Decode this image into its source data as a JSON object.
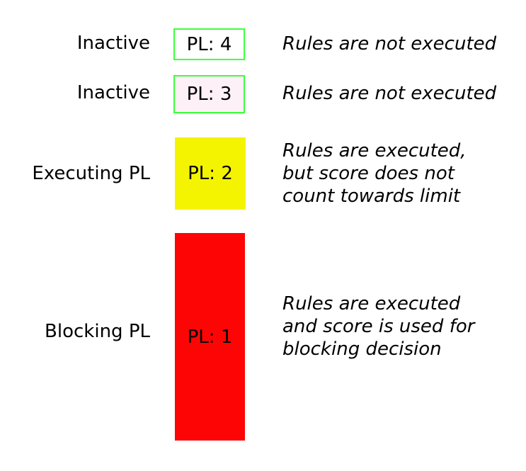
{
  "diagram": {
    "rows": [
      {
        "state": "Inactive",
        "level_label": "PL: 4",
        "description": "Rules are not executed",
        "fill": "#ffffff",
        "border": "#3dff3d"
      },
      {
        "state": "Inactive",
        "level_label": "PL: 3",
        "description": "Rules are not executed",
        "fill": "#fdf0f6",
        "border": "#3dff3d"
      },
      {
        "state": "Executing PL",
        "level_label": "PL: 2",
        "description": "Rules are executed,\nbut score does not\ncount towards limit",
        "fill": "#f4f400",
        "border": "none"
      },
      {
        "state": "Blocking PL",
        "level_label": "PL: 1",
        "description": "Rules are executed\nand score is used for\nblocking decision",
        "fill": "#fd0505",
        "border": "none"
      }
    ]
  }
}
